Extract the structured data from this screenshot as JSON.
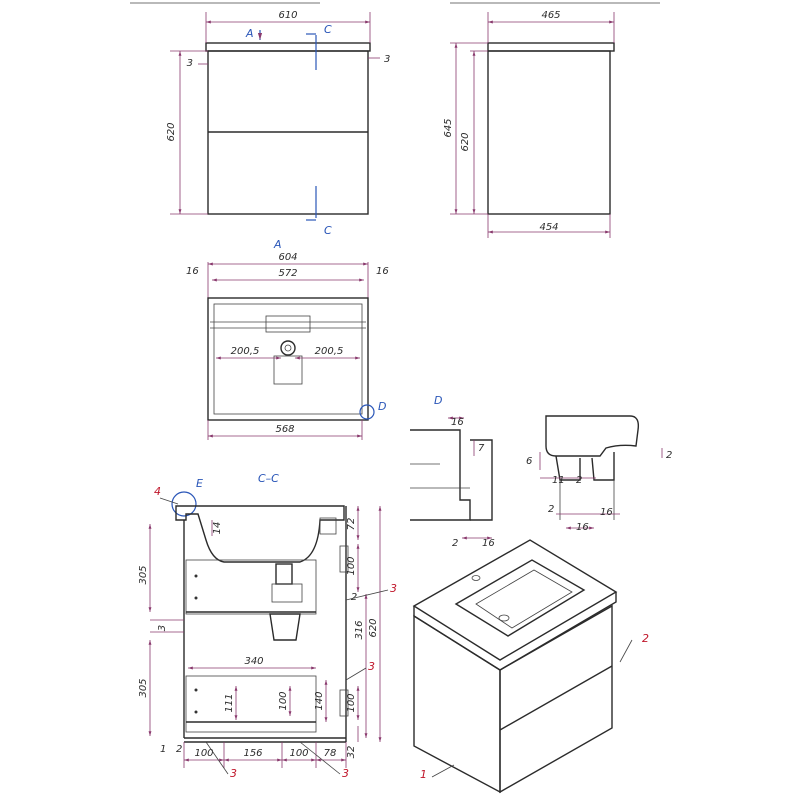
{
  "front_view": {
    "width": "610",
    "height": "620",
    "gap_left": "3",
    "gap_right": "3",
    "section_marker": "C",
    "view_marker": "A"
  },
  "side_view": {
    "top_depth": "465",
    "bottom_depth": "454",
    "total_height": "645",
    "body_height": "620"
  },
  "view_a": {
    "title": "A",
    "outer_width": "604",
    "inner_width": "572",
    "side_left": "16",
    "side_right": "16",
    "left_offset": "200,5",
    "right_offset": "200,5",
    "bottom_width": "568",
    "detail_marker": "D"
  },
  "detail_d": {
    "title": "D",
    "dim_top": "16",
    "dim_side": "7",
    "dim_bottom_left": "2",
    "dim_bottom_right": "16"
  },
  "detail_e": {
    "dim_top": "6",
    "dim_right": "2",
    "dim_mid_left": "11",
    "dim_mid_right": "2",
    "dim_bottom_left": "2",
    "dim_bottom_mid": "16",
    "dim_bottom_right": "16"
  },
  "section_cc": {
    "title": "C–C",
    "detail_marker": "E",
    "callout_4": "4",
    "dim_305_top": "305",
    "dim_305_bottom": "305",
    "dim_3_left": "3",
    "dim_14": "14",
    "dim_72": "72",
    "dim_100_a": "100",
    "dim_2_mid": "2",
    "dim_316": "316",
    "dim_620": "620",
    "dim_340": "340",
    "dim_111": "111",
    "dim_100_b": "100",
    "dim_140": "140",
    "dim_100_c": "100",
    "dim_32": "32",
    "dim_1": "1",
    "dim_2_bottom": "2",
    "dim_100_bl": "100",
    "dim_156": "156",
    "dim_100_br": "100",
    "dim_78": "78",
    "callout_3a": "3",
    "callout_3b": "3",
    "callout_3c": "3",
    "callout_3d": "3"
  },
  "iso_view": {
    "callout_1": "1",
    "callout_2": "2"
  }
}
